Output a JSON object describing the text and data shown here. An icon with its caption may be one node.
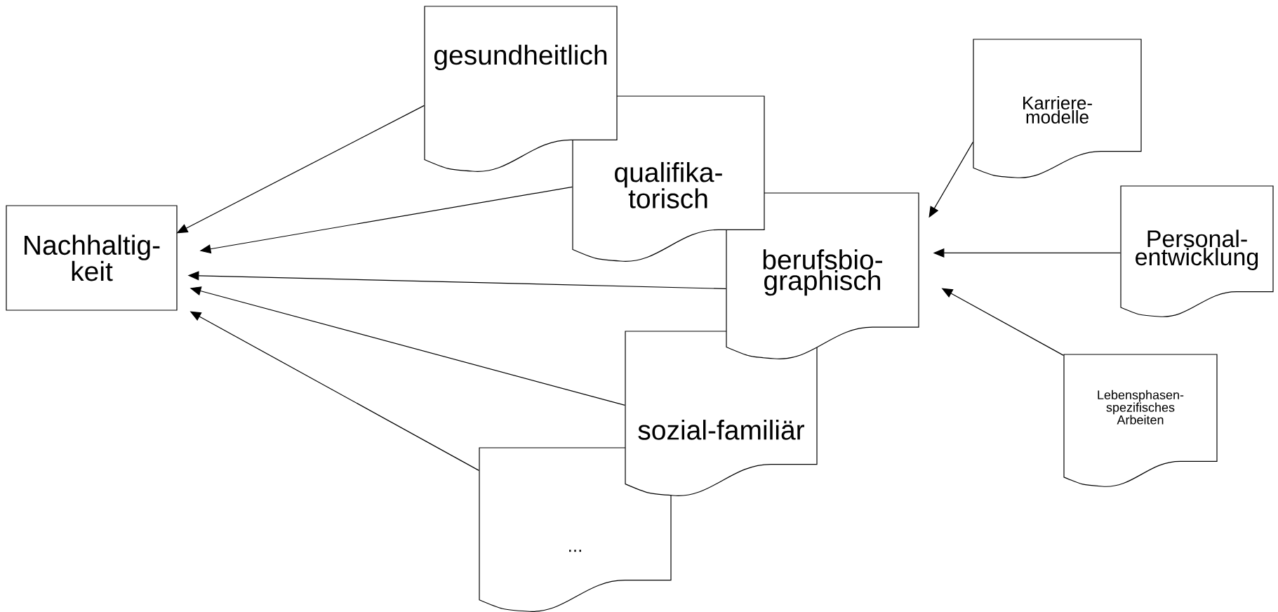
{
  "diagram": {
    "nodes": [
      {
        "text": [
          "Nachhaltig- keit"
        ]
      },
      {
        "text": [
          "gesundheitlich"
        ]
      },
      {
        "text": [
          "qualifika- torisch"
        ]
      },
      {
        "text": [
          "berufsbio- graphisch"
        ]
      },
      {
        "text": [
          "sozial-familiär"
        ]
      },
      {
        "text": [
          "..."
        ]
      },
      {
        "text": [
          "Karriere- modelle"
        ]
      },
      {
        "text": [
          "Personal- entwicklung"
        ]
      },
      {
        "text": [
          "Lebensphasen- spezifisches Arbeiten"
        ]
      }
    ],
    "edges": [
      {
        "from": 1,
        "to": 0,
        "arrow": "to"
      },
      {
        "from": 2,
        "to": 0,
        "arrow": "to"
      },
      {
        "from": 3,
        "to": 0,
        "arrow": "to"
      },
      {
        "from": 4,
        "to": 0,
        "arrow": "to"
      },
      {
        "from": 5,
        "to": 0,
        "arrow": "to"
      },
      {
        "from": 6,
        "to": 3,
        "arrow": "to"
      },
      {
        "from": 7,
        "to": 3,
        "arrow": "to"
      },
      {
        "from": 8,
        "to": 3,
        "arrow": "to"
      }
    ]
  }
}
